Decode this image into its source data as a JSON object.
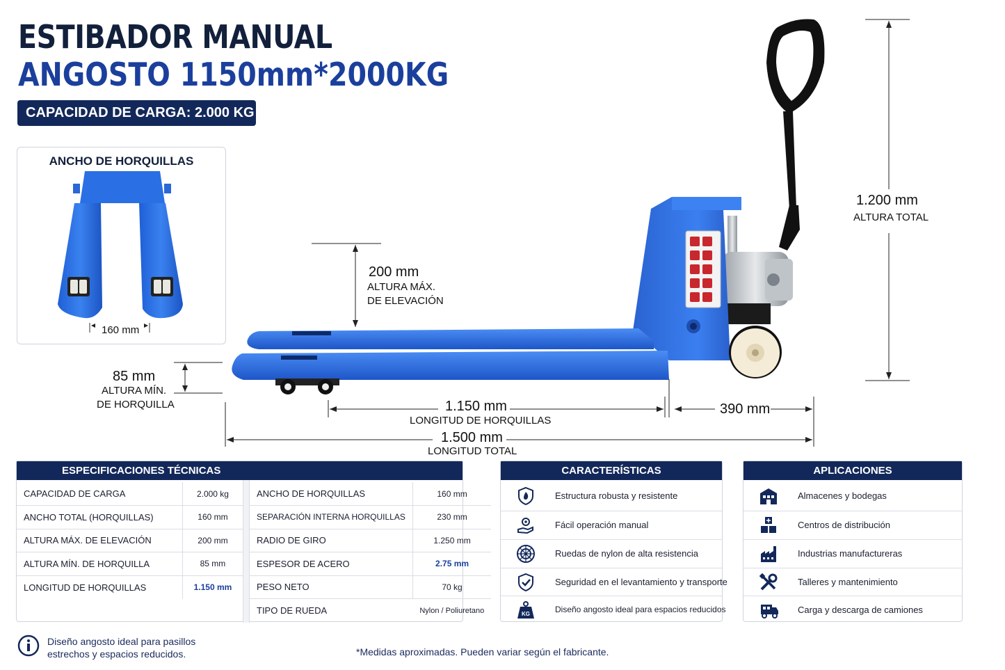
{
  "header": {
    "title_line1": "ESTIBADOR MANUAL",
    "title_line2": "ANGOSTO 1150mm*2000KG",
    "capacity_badge": "CAPACIDAD DE CARGA: 2.000 KG"
  },
  "fork_width_box": {
    "title": "ANCHO DE HORQUILLAS",
    "dimension": "160 mm"
  },
  "dimensions": {
    "max_lift_value": "200 mm",
    "max_lift_label_1": "ALTURA MÁX.",
    "max_lift_label_2": "DE ELEVACIÓN",
    "total_height_value": "1.200 mm",
    "total_height_label": "ALTURA TOTAL",
    "min_fork_value": "85 mm",
    "min_fork_label_1": "ALTURA MÍN.",
    "min_fork_label_2": "DE HORQUILLA",
    "fork_length_value": "1.150 mm",
    "fork_length_label": "LONGITUD DE HORQUILLAS",
    "rear_value": "390 mm",
    "total_length_value": "1.500 mm",
    "total_length_label": "LONGITUD TOTAL"
  },
  "specs": {
    "title": "ESPECIFICACIONES TÉCNICAS",
    "left": [
      {
        "label": "CAPACIDAD DE CARGA",
        "value": "2.000 kg"
      },
      {
        "label": "ANCHO TOTAL (HORQUILLAS)",
        "value": "160 mm"
      },
      {
        "label": "ALTURA MÁX. DE ELEVACIÓN",
        "value": "200 mm"
      },
      {
        "label": "ALTURA MÍN. DE HORQUILLA",
        "value": "85 mm"
      },
      {
        "label": "LONGITUD DE HORQUILLAS",
        "value": "1.150 mm"
      }
    ],
    "right": [
      {
        "label": "ANCHO DE HORQUILLAS",
        "value": "160 mm"
      },
      {
        "label": "SEPARACIÓN INTERNA HORQUILLAS",
        "value": "230 mm"
      },
      {
        "label": "RADIO DE GIRO",
        "value": "1.250 mm"
      },
      {
        "label": "ESPESOR DE ACERO",
        "value": "2.75 mm"
      },
      {
        "label": "PESO NETO",
        "value": "70 kg"
      },
      {
        "label": "TIPO DE RUEDA",
        "value": "Nylon / Poliuretano"
      }
    ]
  },
  "features": {
    "title": "CARACTERÍSTICAS",
    "items": [
      {
        "icon": "shield-flame-icon",
        "label": "Estructura robusta y resistente"
      },
      {
        "icon": "hand-gear-icon",
        "label": "Fácil operación manual"
      },
      {
        "icon": "wheel-icon",
        "label": "Ruedas de nylon de alta resistencia"
      },
      {
        "icon": "shield-check-icon",
        "label": "Seguridad en el levantamiento y transporte"
      },
      {
        "icon": "kg-weight-icon",
        "label": "Diseño angosto ideal para espacios reducidos",
        "badge": "KG"
      }
    ]
  },
  "applications": {
    "title": "APLICACIONES",
    "items": [
      {
        "icon": "warehouse-icon",
        "label": "Almacenes y bodegas"
      },
      {
        "icon": "boxes-icon",
        "label": "Centros de distribución"
      },
      {
        "icon": "factory-icon",
        "label": "Industrias manufactureras"
      },
      {
        "icon": "tools-icon",
        "label": "Talleres y mantenimiento"
      },
      {
        "icon": "truck-icon",
        "label": "Carga y descarga de camiones"
      }
    ]
  },
  "footer": {
    "note_line1": "Diseño angosto ideal para pasillos",
    "note_line2": "estrechos y espacios reducidos.",
    "disclaimer": "*Medidas aproximadas. Pueden variar según el fabricante."
  },
  "colors": {
    "navy": "#13285a",
    "accent_blue": "#1b3f9c",
    "truck_blue": "#2f6fe0"
  }
}
